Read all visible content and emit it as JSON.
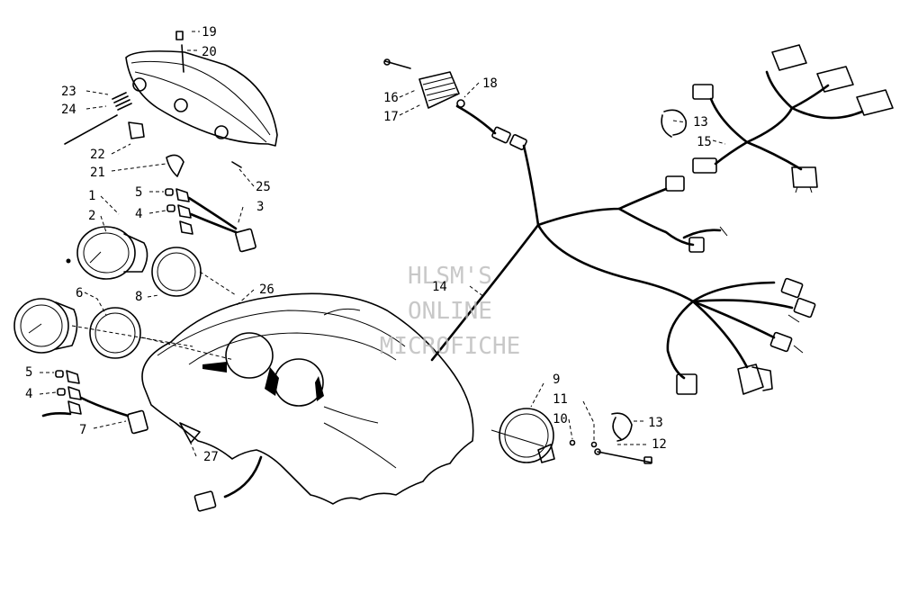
{
  "callouts": [
    {
      "id": "c19",
      "text": "19"
    },
    {
      "id": "c20",
      "text": "20"
    },
    {
      "id": "c23",
      "text": "23"
    },
    {
      "id": "c24",
      "text": "24"
    },
    {
      "id": "c22",
      "text": "22"
    },
    {
      "id": "c21",
      "text": "21"
    },
    {
      "id": "c25",
      "text": "25"
    },
    {
      "id": "c1",
      "text": "1"
    },
    {
      "id": "c2",
      "text": "2"
    },
    {
      "id": "c5a",
      "text": "5"
    },
    {
      "id": "c4a",
      "text": "4"
    },
    {
      "id": "c3",
      "text": "3"
    },
    {
      "id": "c6",
      "text": "6"
    },
    {
      "id": "c8",
      "text": "8"
    },
    {
      "id": "c26",
      "text": "26"
    },
    {
      "id": "c5b",
      "text": "5"
    },
    {
      "id": "c4b",
      "text": "4"
    },
    {
      "id": "c7",
      "text": "7"
    },
    {
      "id": "c27",
      "text": "27"
    },
    {
      "id": "c16",
      "text": "16"
    },
    {
      "id": "c17",
      "text": "17"
    },
    {
      "id": "c18",
      "text": "18"
    },
    {
      "id": "c14",
      "text": "14"
    },
    {
      "id": "c13a",
      "text": "13"
    },
    {
      "id": "c15",
      "text": "15"
    },
    {
      "id": "c9",
      "text": "9"
    },
    {
      "id": "c11",
      "text": "11"
    },
    {
      "id": "c10",
      "text": "10"
    },
    {
      "id": "c13b",
      "text": "13"
    },
    {
      "id": "c12",
      "text": "12"
    }
  ],
  "watermark": {
    "line1": "HLSM'S",
    "line2": "ONLINE",
    "line3": "MICROFICHE"
  }
}
